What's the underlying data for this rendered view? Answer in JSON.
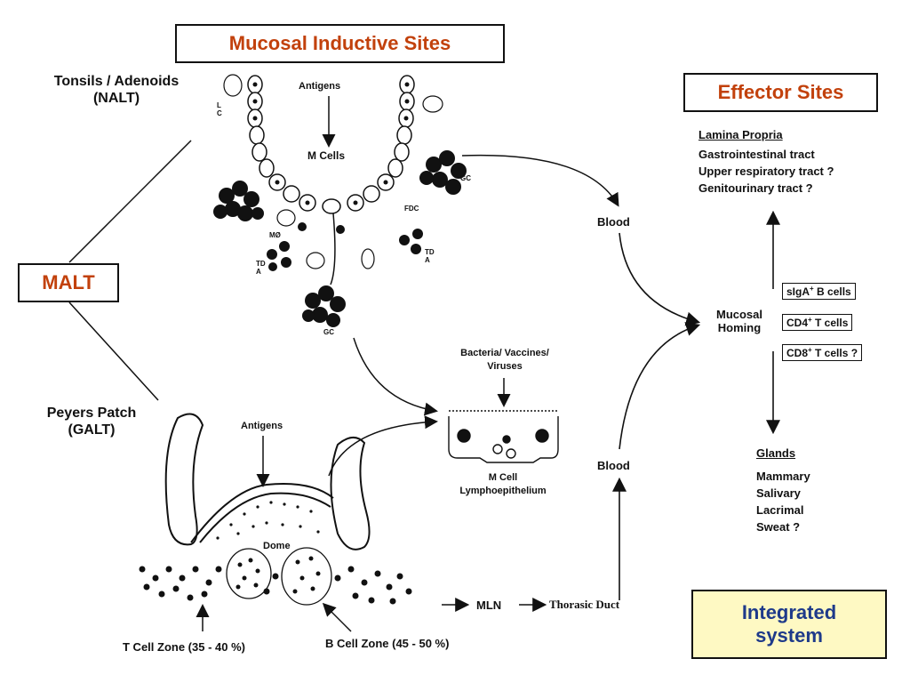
{
  "titles": {
    "inductive": "Mucosal Inductive Sites",
    "effector": "Effector Sites",
    "malt": "MALT",
    "integrated_line1": "Integrated",
    "integrated_line2": "system"
  },
  "left_labels": {
    "tonsils_line1": "Tonsils / Adenoids",
    "tonsils_line2": "(NALT)",
    "peyers_line1": "Peyers Patch",
    "peyers_line2": "(GALT)"
  },
  "nalt_labels": {
    "antigens": "Antigens",
    "m_cells": "M Cells",
    "lc": "L C",
    "gc_left": "GC",
    "gc_right": "GC",
    "gc_bottom": "GC",
    "fdc": "FDC",
    "mo": "MØ",
    "tda_left": "TD A",
    "tda_right": "TD A"
  },
  "galt_labels": {
    "antigens": "Antigens",
    "dome": "Dome",
    "t_zone": "T Cell Zone (35 - 40 %)",
    "b_zone": "B Cell Zone (45 - 50 %)"
  },
  "center_labels": {
    "bacteria_line1": "Bacteria/ Vaccines/",
    "bacteria_line2": "Viruses",
    "mcell_line1": "M Cell",
    "mcell_line2": "Lymphoepithelium",
    "blood_top": "Blood",
    "blood_bottom": "Blood",
    "mln": "MLN",
    "thorasic": "Thorasic Duct"
  },
  "effector": {
    "lamina_title": "Lamina Propria",
    "lamina_items": [
      "Gastrointestinal tract",
      "Upper respiratory tract ?",
      "Genitourinary tract ?"
    ],
    "homing_line1": "Mucosal",
    "homing_line2": "Homing",
    "cells": [
      {
        "pre": "sIgA",
        "sup": "+",
        "post": " B cells"
      },
      {
        "pre": "CD4",
        "sup": "+",
        "post": " T cells"
      },
      {
        "pre": "CD8",
        "sup": "+",
        "post": " T cells ?"
      }
    ],
    "glands_title": "Glands",
    "glands_items": [
      "Mammary",
      "Salivary",
      "Lacrimal",
      "Sweat ?"
    ]
  },
  "colors": {
    "title_red": "#c2410c",
    "integrated_text": "#1e3a8a",
    "integrated_bg": "#fef9c3"
  }
}
